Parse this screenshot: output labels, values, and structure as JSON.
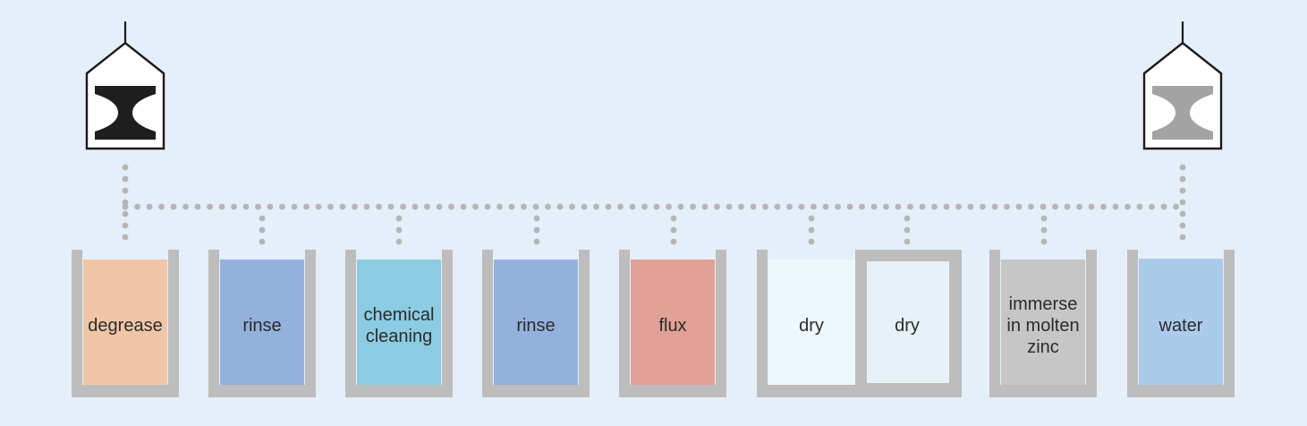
{
  "diagram": {
    "colors": {
      "background": "#e4eff9",
      "tank_outline": "#bdbdbd",
      "dots": "#b5b5b5",
      "beam_start": "#1e1e1e",
      "beam_end": "#a3a3a3",
      "label": "#2b2b2b"
    },
    "stations": [
      {
        "id": "degrease",
        "lines": [
          "degrease"
        ],
        "fill": "#f0c6a7"
      },
      {
        "id": "rinse-1",
        "lines": [
          "rinse"
        ],
        "fill": "#93b1dc"
      },
      {
        "id": "chemical-cleaning",
        "lines": [
          "chemical",
          "cleaning"
        ],
        "fill": "#8ccce2"
      },
      {
        "id": "rinse-2",
        "lines": [
          "rinse"
        ],
        "fill": "#93b1dc"
      },
      {
        "id": "flux",
        "lines": [
          "flux"
        ],
        "fill": "#e2a196"
      },
      {
        "id": "dry-1",
        "lines": [
          "dry"
        ],
        "fill": "#eef7fb"
      },
      {
        "id": "dry-2",
        "lines": [
          "dry"
        ],
        "fill": "#e6f2f8"
      },
      {
        "id": "immerse-in-molten-zinc",
        "lines": [
          "immerse",
          "in molten",
          "zinc"
        ],
        "fill": "#c6c6c6"
      },
      {
        "id": "water",
        "lines": [
          "water"
        ],
        "fill": "#abcbeb"
      }
    ]
  }
}
